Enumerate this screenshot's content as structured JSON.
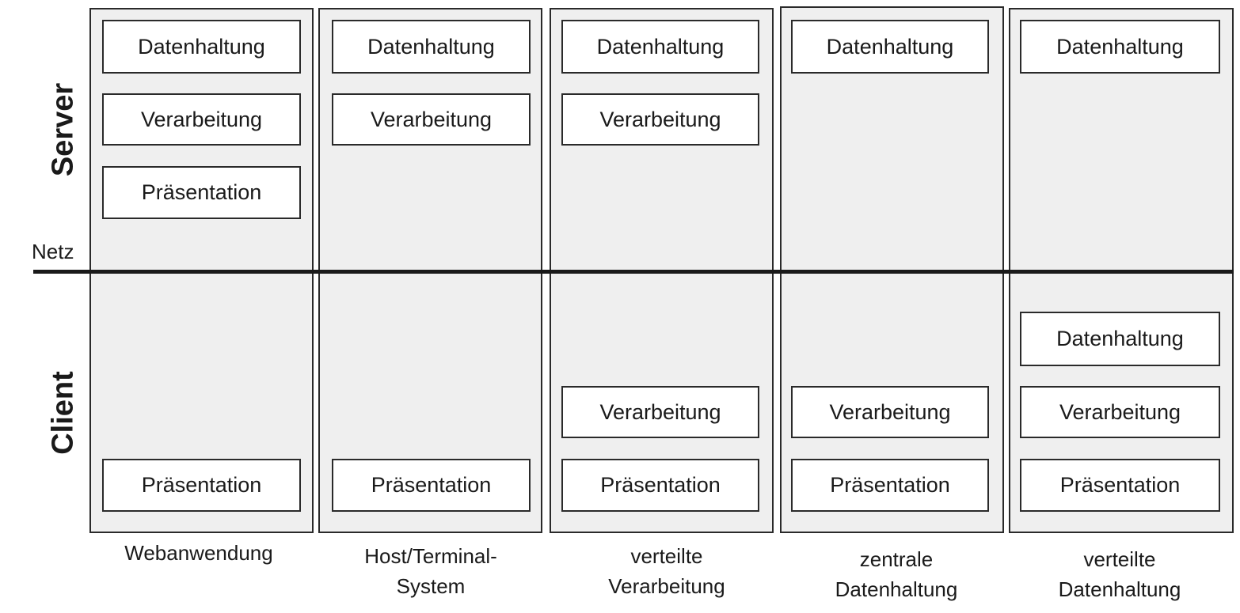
{
  "side_labels": {
    "server": "Server",
    "client": "Client",
    "netz": "Netz"
  },
  "layers": {
    "daten": "Datenhaltung",
    "verarbeitung": "Verarbeitung",
    "praesentation": "Präsentation"
  },
  "columns": [
    {
      "caption": [
        "Webanwendung"
      ],
      "server": [
        "Datenhaltung",
        "Verarbeitung",
        "Präsentation"
      ],
      "client": [
        "Präsentation"
      ]
    },
    {
      "caption": [
        "Host/Terminal-",
        "System"
      ],
      "server": [
        "Datenhaltung",
        "Verarbeitung"
      ],
      "client": [
        "Präsentation"
      ]
    },
    {
      "caption": [
        "verteilte",
        "Verarbeitung"
      ],
      "server": [
        "Datenhaltung",
        "Verarbeitung"
      ],
      "client": [
        "Verarbeitung",
        "Präsentation"
      ]
    },
    {
      "caption": [
        "zentrale",
        "Datenhaltung"
      ],
      "server": [
        "Datenhaltung"
      ],
      "client": [
        "Verarbeitung",
        "Präsentation"
      ]
    },
    {
      "caption": [
        "verteilte",
        "Datenhaltung"
      ],
      "server": [
        "Datenhaltung"
      ],
      "client": [
        "Datenhaltung",
        "Verarbeitung",
        "Präsentation"
      ]
    }
  ]
}
